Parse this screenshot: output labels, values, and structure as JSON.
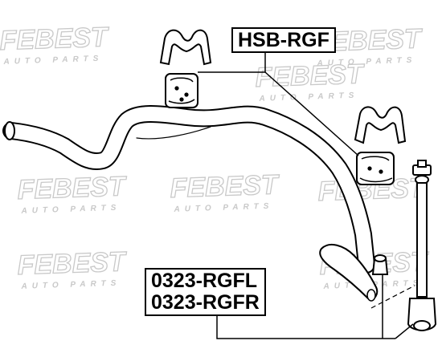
{
  "watermark": {
    "brand": "FEBEST",
    "tagline": "AUTO PARTS",
    "color": "#c9c9c9"
  },
  "parts": {
    "bushing_label": "HSB-RGF",
    "link_labels": [
      "0323-RGFL",
      "0323-RGFR"
    ]
  },
  "colors": {
    "line": "#000000",
    "fill": "#ffffff"
  }
}
